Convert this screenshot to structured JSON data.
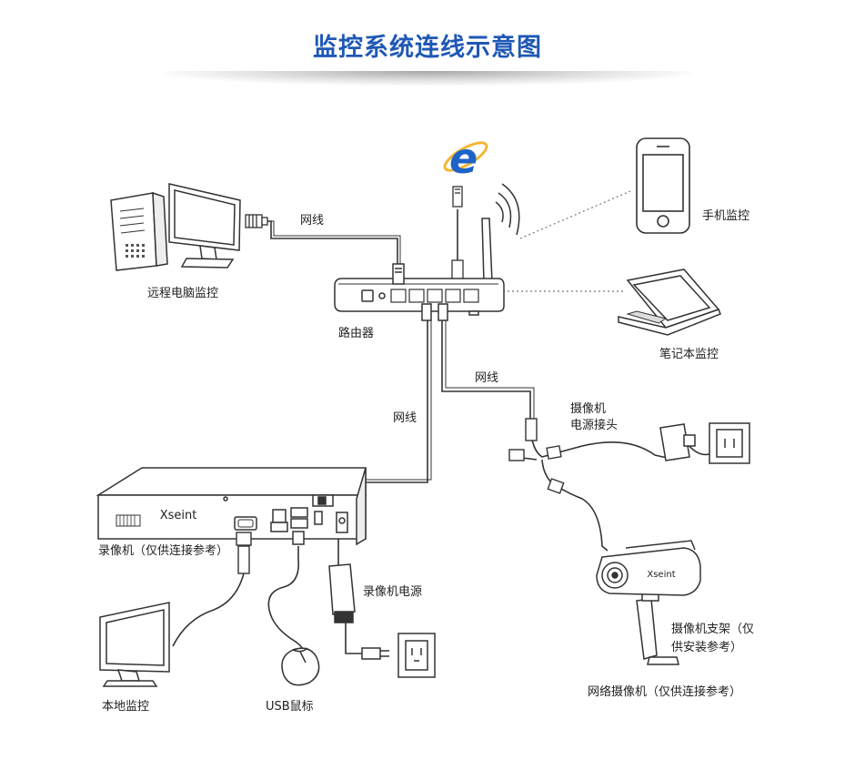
{
  "title": "监控系统连线示意图",
  "brand": "Xseint",
  "labels": {
    "remote_pc": "远程电脑监控",
    "router": "路由器",
    "phone": "手机监控",
    "laptop": "笔记本监控",
    "cable_top": "网线",
    "cable_left": "网线",
    "cable_right": "网线",
    "nvr": "录像机（仅供连接参考）",
    "camera_power_1": "摄像机",
    "camera_power_2": "电源接头",
    "nvr_power": "录像机电源",
    "local_monitor": "本地监控",
    "usb_mouse": "USB鼠标",
    "bracket_1": "摄像机支架（仅",
    "bracket_2": "供安装参考）",
    "ip_camera": "网络摄像机（仅供连接参考）"
  },
  "icons": [
    "ie-icon",
    "wifi-signal-icon"
  ]
}
